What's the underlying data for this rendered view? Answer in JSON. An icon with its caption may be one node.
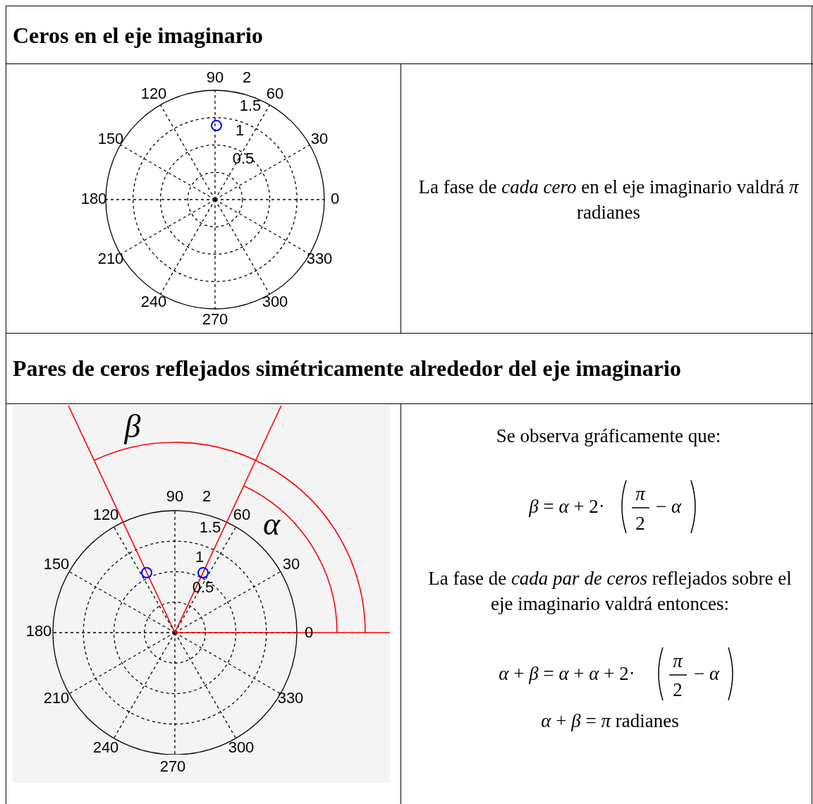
{
  "diagram": {
    "labels": [
      "Ceros en el eje imaginario",
      "90",
      "2",
      "120",
      "60",
      "1.5",
      "1",
      "150",
      "30",
      "0.5",
      "180",
      "0",
      "210",
      "330",
      "240",
      "300",
      "270",
      "La fase de *cada cero* en el eje imaginario valdrá *π* radianes",
      "Pares de ceros reflejados simétricamente alrededor del eje imaginario",
      "β",
      "90",
      "2",
      "120",
      "60",
      "1.5",
      "α",
      "1",
      "150",
      "30",
      "0.5",
      "180",
      "0",
      "210",
      "330",
      "240",
      "300",
      "270",
      "Se observa gráficamente que:",
      "*β* = *α* + 2·",
      "*π*",
      "2",
      "− *α*",
      "La fase de *cada par de ceros* reflejados sobre el eje imaginario valdrá entonces:",
      "*α* + *β* = *α* + *α* + 2·",
      "*π*",
      "2",
      "− *α*",
      "*α* + *β* = *π*  radianes"
    ]
  }
}
